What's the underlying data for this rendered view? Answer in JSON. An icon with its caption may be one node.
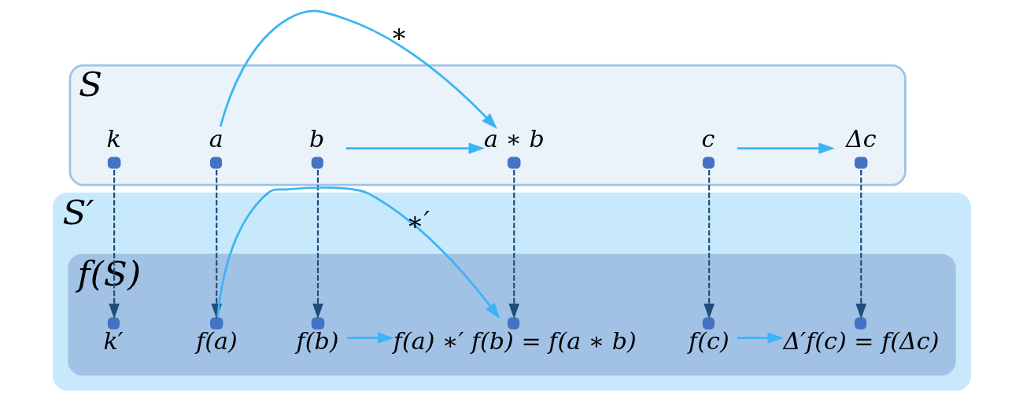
{
  "diagram": {
    "nodes": [
      {
        "text": [
          "S"
        ]
      },
      {
        "text": [
          "k"
        ],
        "in": 0
      },
      {
        "text": [
          "a"
        ],
        "in": 0
      },
      {
        "text": [
          "b"
        ],
        "in": 0
      },
      {
        "text": [
          "a ∗ b"
        ],
        "in": 0
      },
      {
        "text": [
          "c"
        ],
        "in": 0
      },
      {
        "text": [
          "Δc"
        ],
        "in": 0
      },
      {
        "text": [
          "S′"
        ]
      },
      {
        "text": [
          "f(S)"
        ],
        "in": 7
      },
      {
        "text": [
          "k′"
        ],
        "in": 8
      },
      {
        "text": [
          "f(a)"
        ],
        "in": 8
      },
      {
        "text": [
          "f(b)"
        ],
        "in": 8
      },
      {
        "text": [
          "f(a) ∗′ f(b) = f(a ∗ b)"
        ],
        "in": 8
      },
      {
        "text": [
          "f(c)"
        ],
        "in": 8
      },
      {
        "text": [
          "Δ′f(c) = f(Δc)"
        ],
        "in": 8
      }
    ],
    "edges": [
      {
        "from": 2,
        "to": 4,
        "arrow": "to",
        "label": "∗",
        "color": "#3cb4f4"
      },
      {
        "from": 3,
        "to": 4,
        "arrow": "to",
        "color": "#3cb4f4"
      },
      {
        "from": 5,
        "to": 6,
        "arrow": "to",
        "color": "#3cb4f4"
      },
      {
        "from": 1,
        "to": 9,
        "arrow": "to",
        "style": "dashed",
        "color": "#1f4e79"
      },
      {
        "from": 2,
        "to": 10,
        "arrow": "to",
        "style": "dashed",
        "color": "#1f4e79"
      },
      {
        "from": 3,
        "to": 11,
        "arrow": "to",
        "style": "dashed",
        "color": "#1f4e79"
      },
      {
        "from": 4,
        "to": 12,
        "arrow": "to",
        "style": "dashed",
        "color": "#1f4e79"
      },
      {
        "from": 5,
        "to": 13,
        "arrow": "to",
        "style": "dashed",
        "color": "#1f4e79"
      },
      {
        "from": 6,
        "to": 14,
        "arrow": "to",
        "style": "dashed",
        "color": "#1f4e79"
      },
      {
        "from": 10,
        "to": 12,
        "arrow": "to",
        "label": "∗′",
        "color": "#3cb4f4"
      },
      {
        "from": 11,
        "to": 12,
        "arrow": "to",
        "color": "#3cb4f4"
      },
      {
        "from": 13,
        "to": 14,
        "arrow": "to",
        "color": "#3cb4f4"
      }
    ]
  }
}
